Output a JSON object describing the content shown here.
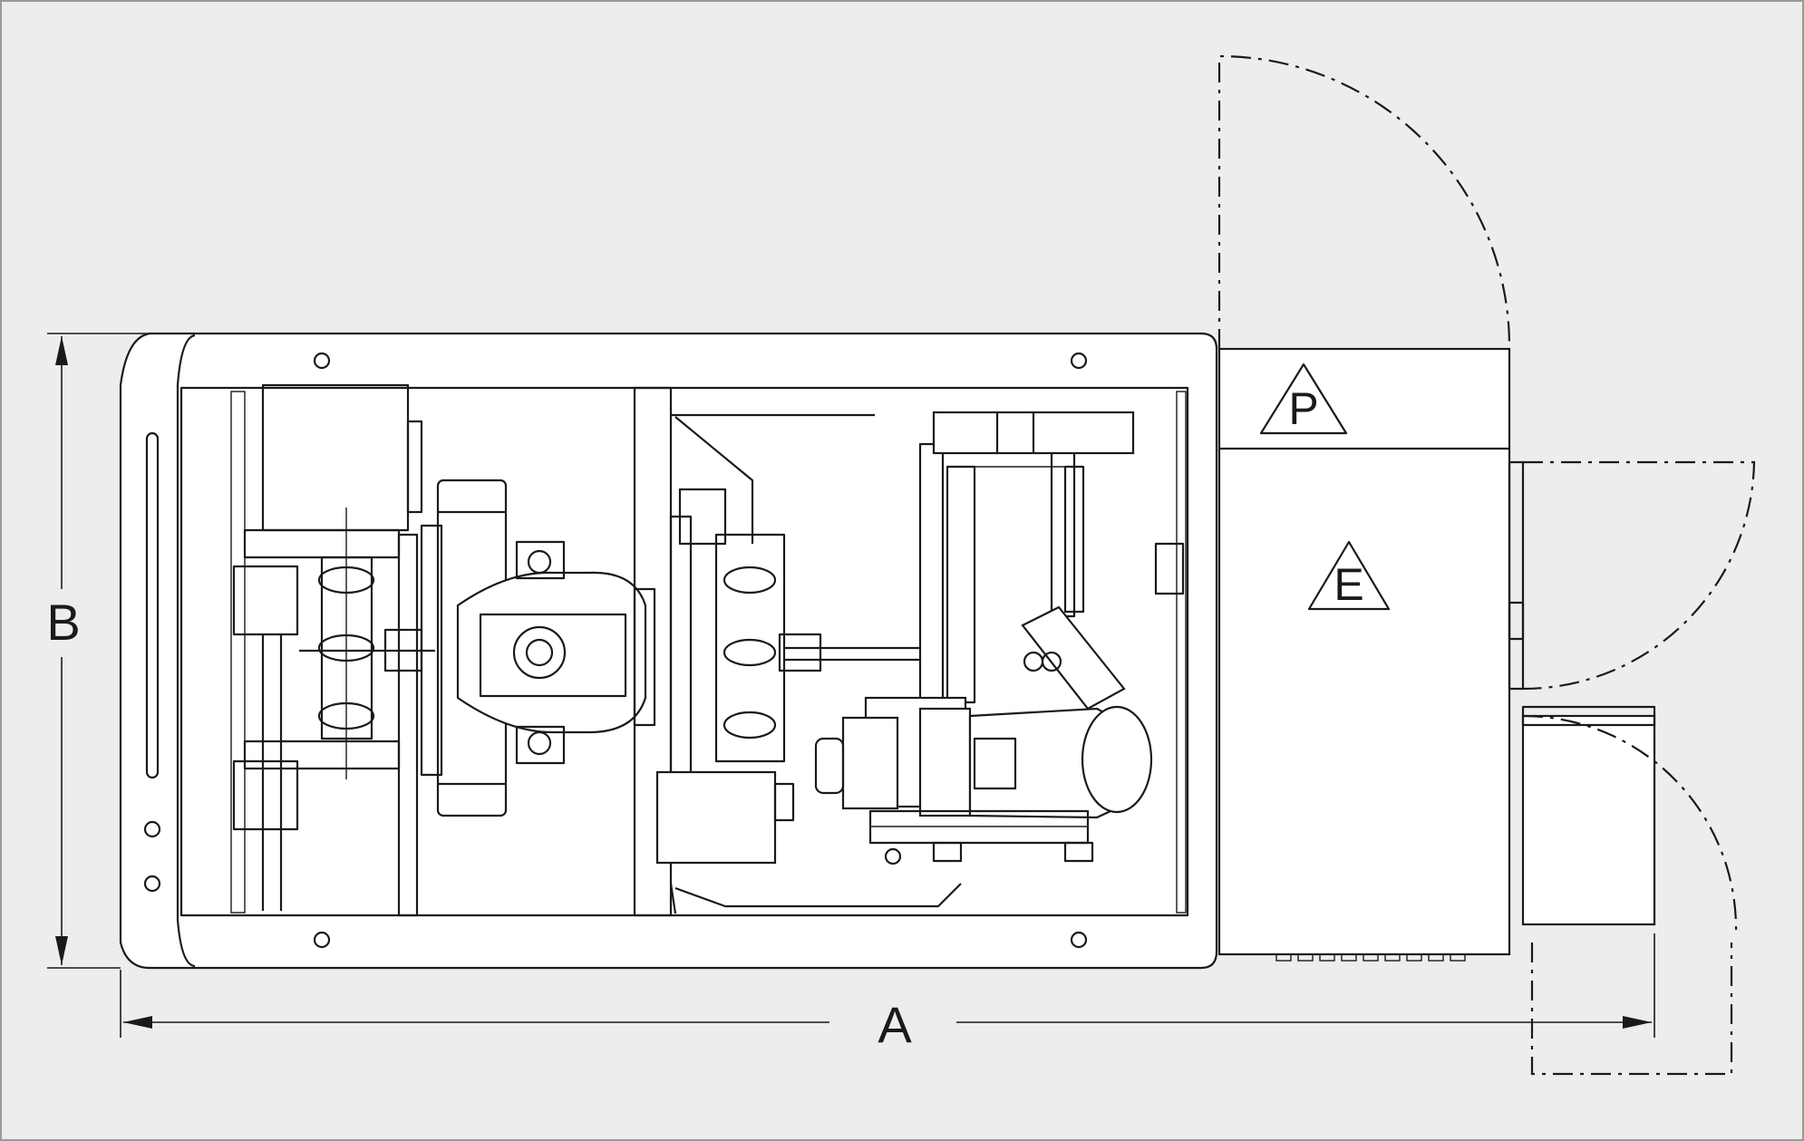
{
  "dimensions": {
    "length_label": "A",
    "width_label": "B"
  },
  "cabinet_symbols": {
    "upper": "P",
    "lower": "E"
  },
  "colors": {
    "background": "#ededed",
    "line": "#1a1a1a",
    "part_fill": "#ffffff"
  }
}
